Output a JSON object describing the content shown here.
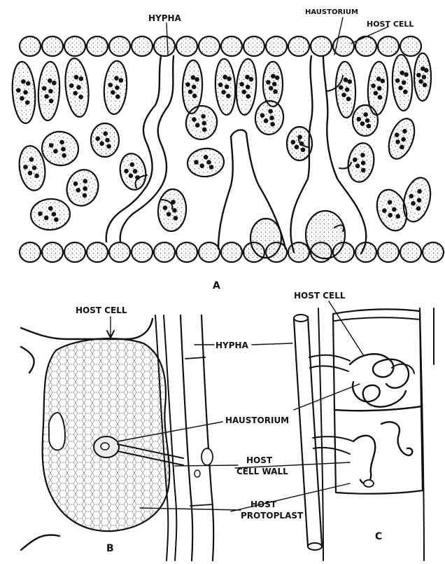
{
  "panel_a": {
    "letter": "A",
    "labels": {
      "hypha": "HYPHA",
      "haustorium": "HAUSTORIUM",
      "host_cell": "HOST CELL"
    }
  },
  "panel_b": {
    "letter": "B",
    "labels": {
      "host_cell": "HOST CELL",
      "hypha": "HYPHA",
      "haustorium": "HAUSTORIUM",
      "host_cell_wall_1": "HOST",
      "host_cell_wall_2": "CELL WALL",
      "host_protoplast_1": "HOST",
      "host_protoplast_2": "PROTOPLAST"
    }
  },
  "panel_c": {
    "letter": "C",
    "labels": {
      "host_cell": "HOST CELL"
    }
  },
  "colors": {
    "ink": "#111111",
    "paper": "#ffffff"
  }
}
